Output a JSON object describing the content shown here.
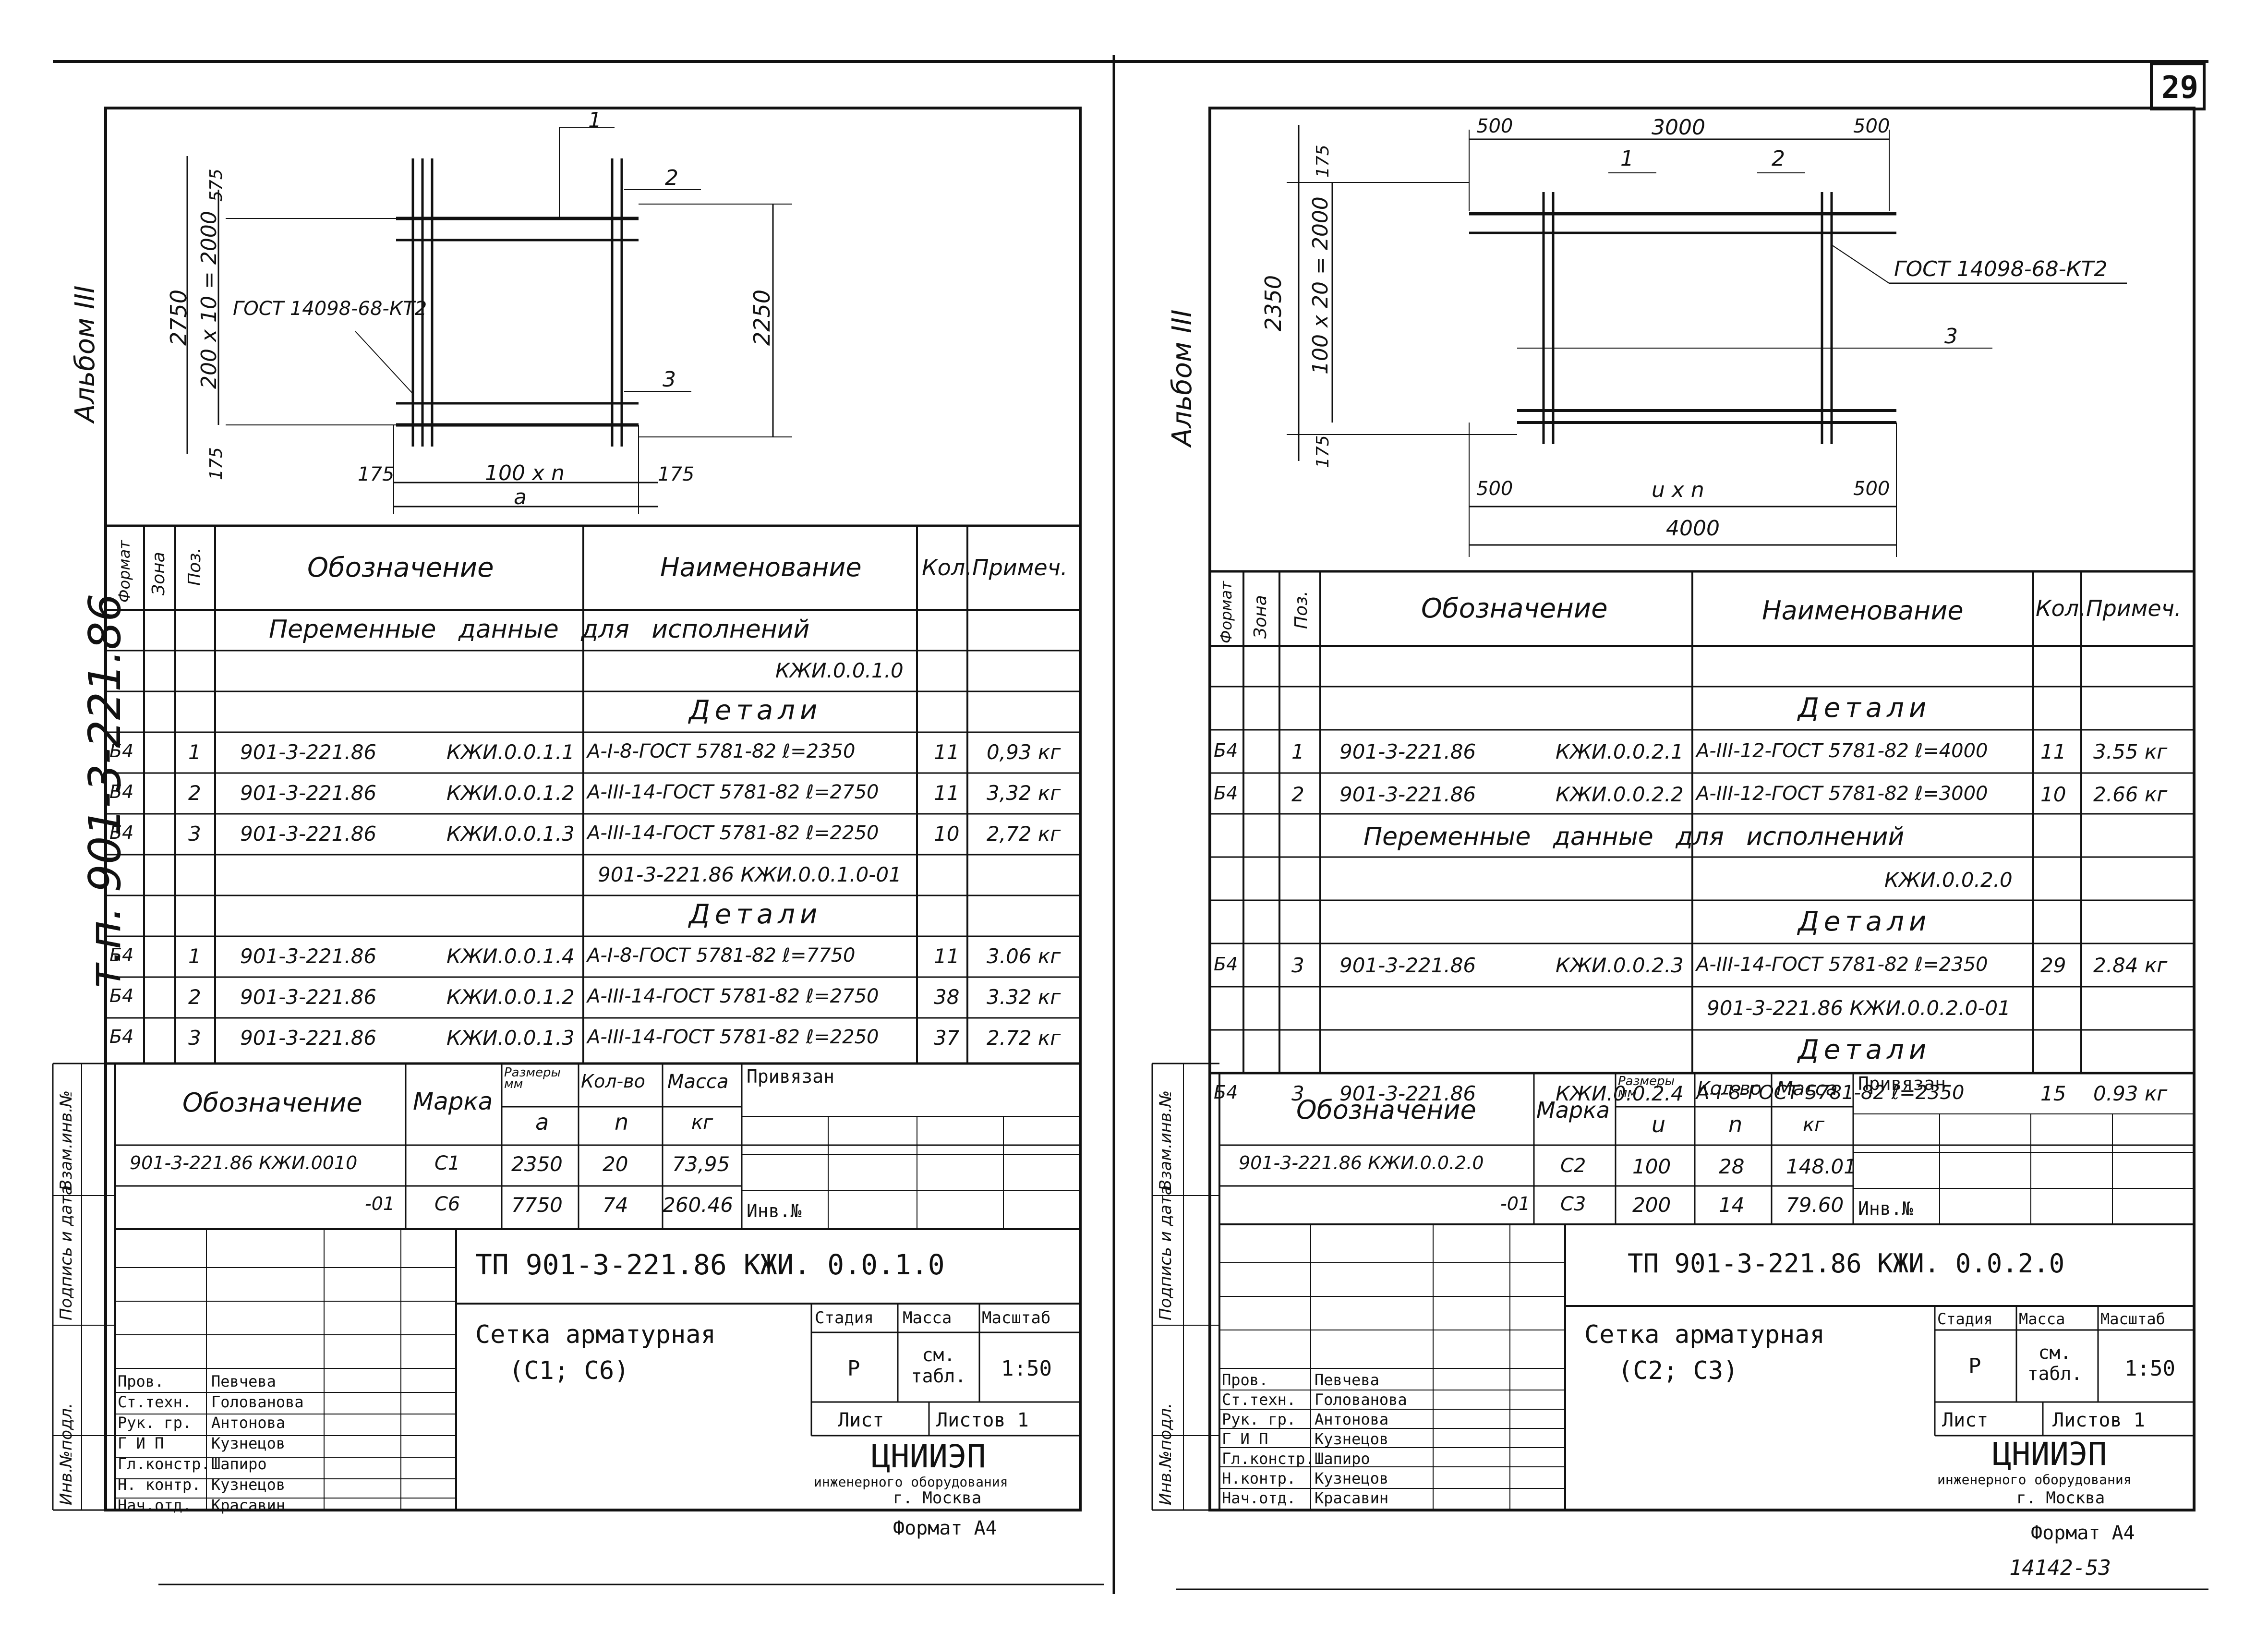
{
  "page_number": "29",
  "album_label": "Альбом III",
  "project_code_vertical": "т.п. 901-3-221.86",
  "left": {
    "dims": {
      "top_575": "575",
      "top_175": "175",
      "h_2750": "2750",
      "h_grid": "200 x 10 = 2000",
      "h_2250": "2250",
      "b_175l": "175",
      "b_mid": "100 x n",
      "b_175r": "175",
      "b_a": "a",
      "gost": "ГОСТ 14098-68-КТ2",
      "pos1": "1",
      "pos2": "2",
      "pos3": "3"
    },
    "headers": {
      "format": "Формат",
      "zone": "Зона",
      "pos": "Поз.",
      "designation": "Обозначение",
      "name": "Наименование",
      "qty": "Кол.",
      "note": "Примеч."
    },
    "rows": [
      {
        "format": "",
        "pos": "",
        "des1": "",
        "des2": "",
        "name": "",
        "qty": "",
        "note": "",
        "section": "Переменные данные для исполнений"
      },
      {
        "format": "",
        "pos": "",
        "des1": "",
        "des2": "",
        "name": "КЖИ.0.0.1.0",
        "qty": "",
        "note": ""
      },
      {
        "format": "",
        "pos": "",
        "des1": "",
        "des2": "",
        "name": "Детали",
        "qty": "",
        "note": "",
        "center": true
      },
      {
        "format": "Б4",
        "pos": "1",
        "des1": "901-3-221.86",
        "des2": "КЖИ.0.0.1.1",
        "name": "А-I-8-ГОСТ 5781-82  ℓ=2350",
        "qty": "11",
        "note": "0,93 кг"
      },
      {
        "format": "Б4",
        "pos": "2",
        "des1": "901-3-221.86",
        "des2": "КЖИ.0.0.1.2",
        "name": "А-III-14-ГОСТ 5781-82  ℓ=2750",
        "qty": "11",
        "note": "3,32 кг"
      },
      {
        "format": "Б4",
        "pos": "3",
        "des1": "901-3-221.86",
        "des2": "КЖИ.0.0.1.3",
        "name": "А-III-14-ГОСТ 5781-82  ℓ=2250",
        "qty": "10",
        "note": "2,72 кг"
      },
      {
        "format": "",
        "pos": "",
        "des1": "",
        "des2": "",
        "name": "901-3-221.86  КЖИ.0.0.1.0-01",
        "qty": "",
        "note": ""
      },
      {
        "format": "",
        "pos": "",
        "des1": "",
        "des2": "",
        "name": "Детали",
        "qty": "",
        "note": "",
        "center": true
      },
      {
        "format": "Б4",
        "pos": "1",
        "des1": "901-3-221.86",
        "des2": "КЖИ.0.0.1.4",
        "name": "А-I-8-ГОСТ 5781-82  ℓ=7750",
        "qty": "11",
        "note": "3.06 кг"
      },
      {
        "format": "Б4",
        "pos": "2",
        "des1": "901-3-221.86",
        "des2": "КЖИ.0.0.1.2",
        "name": "А-III-14-ГОСТ 5781-82  ℓ=2750",
        "qty": "38",
        "note": "3.32 кг"
      },
      {
        "format": "Б4",
        "pos": "3",
        "des1": "901-3-221.86",
        "des2": "КЖИ.0.0.1.3",
        "name": "А-III-14-ГОСТ 5781-82  ℓ=2250",
        "qty": "37",
        "note": "2.72 кг"
      }
    ],
    "marks": {
      "headers": {
        "designation": "Обозначение",
        "mark": "Марка",
        "size": "Размеры мм",
        "a": "a",
        "qty": "Кол-во",
        "n": "n",
        "mass": "Масса",
        "kg": "кг",
        "bound": "Привязан"
      },
      "rows": [
        {
          "des": "901-3-221.86  КЖИ.0010",
          "mark": "С1",
          "a": "2350",
          "n": "20",
          "mass": "73,95"
        },
        {
          "des": "-01",
          "mark": "С6",
          "a": "7750",
          "n": "74",
          "mass": "260.46"
        }
      ],
      "inv": "Инв.№"
    },
    "title": {
      "code": "ТП 901-3-221.86   КЖИ. 0.0.1.0",
      "name1": "Сетка арматурная",
      "name2": "(С1; С6)",
      "stage_h": "Стадия",
      "mass_h": "Масса",
      "scale_h": "Масштаб",
      "stage": "Р",
      "mass": "см. табл.",
      "scale": "1:50",
      "sheet": "Лист",
      "sheets": "Листов 1",
      "org1": "ЦНИИЭП",
      "org2": "инженерного оборудования",
      "org3": "г. Москва",
      "format": "Формат А4",
      "people": [
        {
          "role": "Пров.",
          "name": "Певчева"
        },
        {
          "role": "Ст.техн.",
          "name": "Голованова"
        },
        {
          "role": "Рук. гр.",
          "name": "Антонова"
        },
        {
          "role": "Г И П",
          "name": "Кузнецов"
        },
        {
          "role": "Гл.констр.",
          "name": "Шапиро"
        },
        {
          "role": "Н. контр.",
          "name": "Кузнецов"
        },
        {
          "role": "Нач.отд.",
          "name": "Красавин"
        }
      ]
    }
  },
  "right": {
    "dims": {
      "t500l": "500",
      "t3000": "3000",
      "t500r": "500",
      "v175": "175",
      "v2350": "2350",
      "vgrid": "100 x 20 = 2000",
      "v175b": "175",
      "b500l": "500",
      "bmid": "u x n",
      "b500r": "500",
      "b4000": "4000",
      "gost": "ГОСТ 14098-68-КТ2",
      "pos1": "1",
      "pos2": "2",
      "pos3": "3"
    },
    "headers": {
      "format": "Формат",
      "zone": "Зона",
      "pos": "Поз.",
      "designation": "Обозначение",
      "name": "Наименование",
      "qty": "Кол.",
      "note": "Примеч."
    },
    "rows": [
      {
        "format": "",
        "pos": "",
        "des1": "",
        "des2": "",
        "name": "",
        "qty": "",
        "note": ""
      },
      {
        "format": "",
        "pos": "",
        "des1": "",
        "des2": "",
        "name": "Детали",
        "qty": "",
        "note": "",
        "center": true
      },
      {
        "format": "Б4",
        "pos": "1",
        "des1": "901-3-221.86",
        "des2": "КЖИ.0.0.2.1",
        "name": "А-III-12-ГОСТ 5781-82  ℓ=4000",
        "qty": "11",
        "note": "3.55 кг"
      },
      {
        "format": "Б4",
        "pos": "2",
        "des1": "901-3-221.86",
        "des2": "КЖИ.0.0.2.2",
        "name": "А-III-12-ГОСТ 5781-82  ℓ=3000",
        "qty": "10",
        "note": "2.66 кг"
      },
      {
        "format": "",
        "pos": "",
        "des1": "",
        "des2": "",
        "name": "",
        "qty": "",
        "note": "",
        "section": "Переменные данные для исполнений"
      },
      {
        "format": "",
        "pos": "",
        "des1": "",
        "des2": "",
        "name": "КЖИ.0.0.2.0",
        "qty": "",
        "note": ""
      },
      {
        "format": "",
        "pos": "",
        "des1": "",
        "des2": "",
        "name": "Детали",
        "qty": "",
        "note": "",
        "center": true
      },
      {
        "format": "Б4",
        "pos": "3",
        "des1": "901-3-221.86",
        "des2": "КЖИ.0.0.2.3",
        "name": "А-III-14-ГОСТ 5781-82  ℓ=2350",
        "qty": "29",
        "note": "2.84 кг"
      },
      {
        "format": "",
        "pos": "",
        "des1": "",
        "des2": "",
        "name": "901-3-221.86  КЖИ.0.0.2.0-01",
        "qty": "",
        "note": ""
      },
      {
        "format": "",
        "pos": "",
        "des1": "",
        "des2": "",
        "name": "Детали",
        "qty": "",
        "note": "",
        "center": true
      },
      {
        "format": "Б4",
        "pos": "3",
        "des1": "901-3-221.86",
        "des2": "КЖИ.0.0.2.4",
        "name": "А-I-8-ГОСТ 5781-82  ℓ=2350",
        "qty": "15",
        "note": "0.93 кг"
      }
    ],
    "marks": {
      "headers": {
        "designation": "Обозначение",
        "mark": "Марка",
        "size": "Размеры мм",
        "a": "u",
        "qty": "Кол-во",
        "n": "n",
        "mass": "Масса",
        "kg": "кг",
        "bound": "Привязан"
      },
      "rows": [
        {
          "des": "901-3-221.86  КЖИ.0.0.2.0",
          "mark": "С2",
          "a": "100",
          "n": "28",
          "mass": "148.01"
        },
        {
          "des": "-01",
          "mark": "С3",
          "a": "200",
          "n": "14",
          "mass": "79.60"
        }
      ],
      "inv": "Инв.№"
    },
    "title": {
      "code": "ТП 901-3-221.86   КЖИ. 0.0.2.0",
      "name1": "Сетка арматурная",
      "name2": "(С2; С3)",
      "stage_h": "Стадия",
      "mass_h": "Масса",
      "scale_h": "Масштаб",
      "stage": "Р",
      "mass": "см. табл.",
      "scale": "1:50",
      "sheet": "Лист",
      "sheets": "Листов 1",
      "org1": "ЦНИИЭП",
      "org2": "инженерного оборудования",
      "org3": "г. Москва",
      "format": "Формат А4",
      "people": [
        {
          "role": "Пров.",
          "name": "Певчева"
        },
        {
          "role": "Ст.техн.",
          "name": "Голованова"
        },
        {
          "role": "Рук. гр.",
          "name": "Антонова"
        },
        {
          "role": "Г И П",
          "name": "Кузнецов"
        },
        {
          "role": "Гл.констр.",
          "name": "Шапиро"
        },
        {
          "role": "Н.контр.",
          "name": "Кузнецов"
        },
        {
          "role": "Нач.отд.",
          "name": "Красавин"
        }
      ]
    }
  },
  "side_labels": {
    "inv_orig": "Инв.№подл.",
    "sign_date": "Подпись и дата",
    "replace_inv": "Взам.инв.№"
  },
  "bottom_stamp": "14142-53"
}
